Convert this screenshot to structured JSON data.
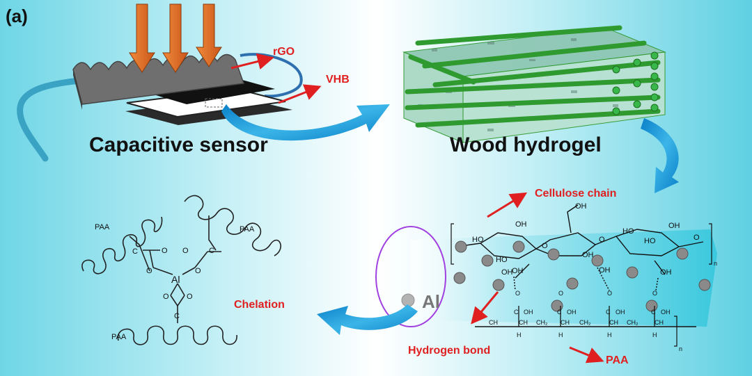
{
  "figure": {
    "panel_label": "(a)",
    "sensor": {
      "title": "Capacitive sensor",
      "label_rgo": "rGO",
      "label_vhb": "VHB"
    },
    "wood": {
      "title": "Wood hydrogel"
    },
    "structure": {
      "cellulose_label": "Cellulose chain",
      "hydrogen_bond_label": "Hydrogen bond",
      "paa_label": "PAA",
      "al_label": "Al",
      "subscript_n": "n"
    },
    "chelation": {
      "label": "Chelation",
      "paa_top_left": "PAA",
      "paa_top_right": "PAA",
      "paa_bottom": "PAA",
      "metal": "Al"
    }
  },
  "colors": {
    "accent_red": "#e02020",
    "arrow_blue": "#1a9ad6",
    "press_orange": "#e8691e",
    "fiber_green": "#2f9a2f"
  }
}
